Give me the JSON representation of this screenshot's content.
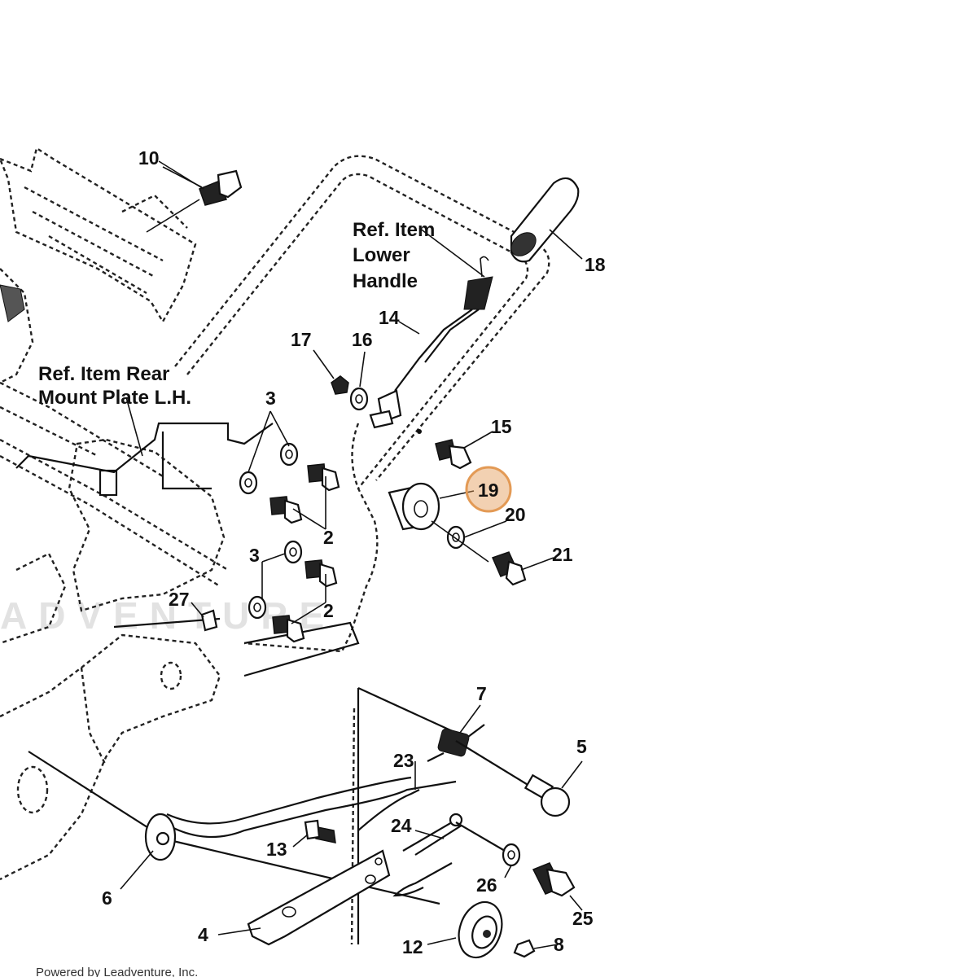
{
  "labels": {
    "l2a": "2",
    "l2b": "2",
    "l3a": "3",
    "l3b": "3",
    "l4": "4",
    "l5": "5",
    "l6": "6",
    "l7": "7",
    "l8": "8",
    "l10": "10",
    "l12": "12",
    "l13": "13",
    "l14": "14",
    "l15": "15",
    "l16": "16",
    "l17": "17",
    "l18": "18",
    "l19": "19",
    "l20": "20",
    "l21": "21",
    "l23": "23",
    "l24": "24",
    "l25": "25",
    "l26": "26",
    "l27": "27"
  },
  "ref_lower_handle": [
    "Ref. Item",
    "Lower",
    "Handle"
  ],
  "ref_rear_mount": [
    "Ref. Item Rear",
    "Mount Plate L.H."
  ],
  "highlight_color": "#e39a55",
  "watermark": "ADVENTURE",
  "footer": "Powered by Leadventure, Inc."
}
